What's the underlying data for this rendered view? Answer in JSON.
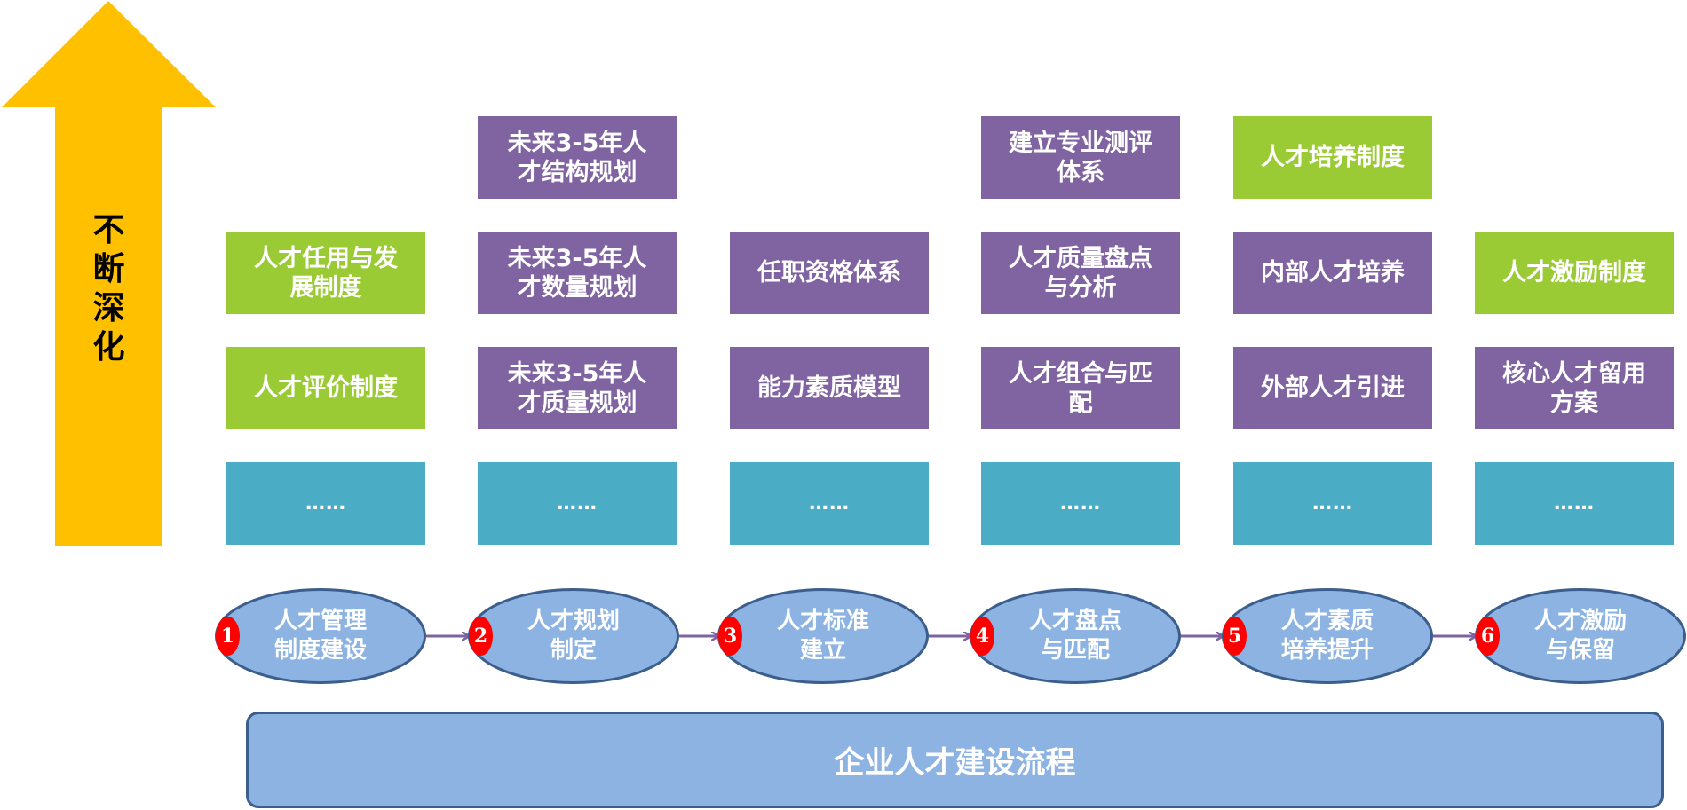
{
  "colors": {
    "arrow": "#ffc000",
    "green": "#9acb34",
    "purple": "#8064a2",
    "teal": "#4bacc6",
    "step_fill": "#8db3e2",
    "step_border": "#3b5e8c",
    "badge": "#ff0000",
    "connector": "#7f63a1"
  },
  "arrow": {
    "label_chars": [
      "不",
      "断",
      "深",
      "化"
    ]
  },
  "columns": [
    {
      "step_number": "1",
      "step_lines": [
        "人才管理",
        "制度建设"
      ],
      "boxes": [
        {
          "row": 2,
          "color": "green",
          "lines": [
            "人才任用与发",
            "展制度"
          ]
        },
        {
          "row": 3,
          "color": "green",
          "lines": [
            "人才评价制度"
          ]
        },
        {
          "row": 4,
          "color": "teal",
          "lines": [
            "……"
          ]
        }
      ]
    },
    {
      "step_number": "2",
      "step_lines": [
        "人才规划",
        "制定"
      ],
      "boxes": [
        {
          "row": 1,
          "color": "purple",
          "lines": [
            "未来3-5年人",
            "才结构规划"
          ]
        },
        {
          "row": 2,
          "color": "purple",
          "lines": [
            "未来3-5年人",
            "才数量规划"
          ]
        },
        {
          "row": 3,
          "color": "purple",
          "lines": [
            "未来3-5年人",
            "才质量规划"
          ]
        },
        {
          "row": 4,
          "color": "teal",
          "lines": [
            "……"
          ]
        }
      ]
    },
    {
      "step_number": "3",
      "step_lines": [
        "人才标准",
        "建立"
      ],
      "boxes": [
        {
          "row": 2,
          "color": "purple",
          "lines": [
            "任职资格体系"
          ]
        },
        {
          "row": 3,
          "color": "purple",
          "lines": [
            "能力素质模型"
          ]
        },
        {
          "row": 4,
          "color": "teal",
          "lines": [
            "……"
          ]
        }
      ]
    },
    {
      "step_number": "4",
      "step_lines": [
        "人才盘点",
        "与匹配"
      ],
      "boxes": [
        {
          "row": 1,
          "color": "purple",
          "lines": [
            "建立专业测评",
            "体系"
          ]
        },
        {
          "row": 2,
          "color": "purple",
          "lines": [
            "人才质量盘点",
            "与分析"
          ]
        },
        {
          "row": 3,
          "color": "purple",
          "lines": [
            "人才组合与匹",
            "配"
          ]
        },
        {
          "row": 4,
          "color": "teal",
          "lines": [
            "……"
          ]
        }
      ]
    },
    {
      "step_number": "5",
      "step_lines": [
        "人才素质",
        "培养提升"
      ],
      "boxes": [
        {
          "row": 1,
          "color": "green",
          "lines": [
            "人才培养制度"
          ]
        },
        {
          "row": 2,
          "color": "purple",
          "lines": [
            "内部人才培养"
          ]
        },
        {
          "row": 3,
          "color": "purple",
          "lines": [
            "外部人才引进"
          ]
        },
        {
          "row": 4,
          "color": "teal",
          "lines": [
            "……"
          ]
        }
      ]
    },
    {
      "step_number": "6",
      "step_lines": [
        "人才激励",
        "与保留"
      ],
      "boxes": [
        {
          "row": 2,
          "color": "green",
          "lines": [
            "人才激励制度"
          ]
        },
        {
          "row": 3,
          "color": "purple",
          "lines": [
            "核心人才留用",
            "方案"
          ]
        },
        {
          "row": 4,
          "color": "teal",
          "lines": [
            "……"
          ]
        }
      ]
    }
  ],
  "base_bar": {
    "title": "企业人才建设流程"
  }
}
